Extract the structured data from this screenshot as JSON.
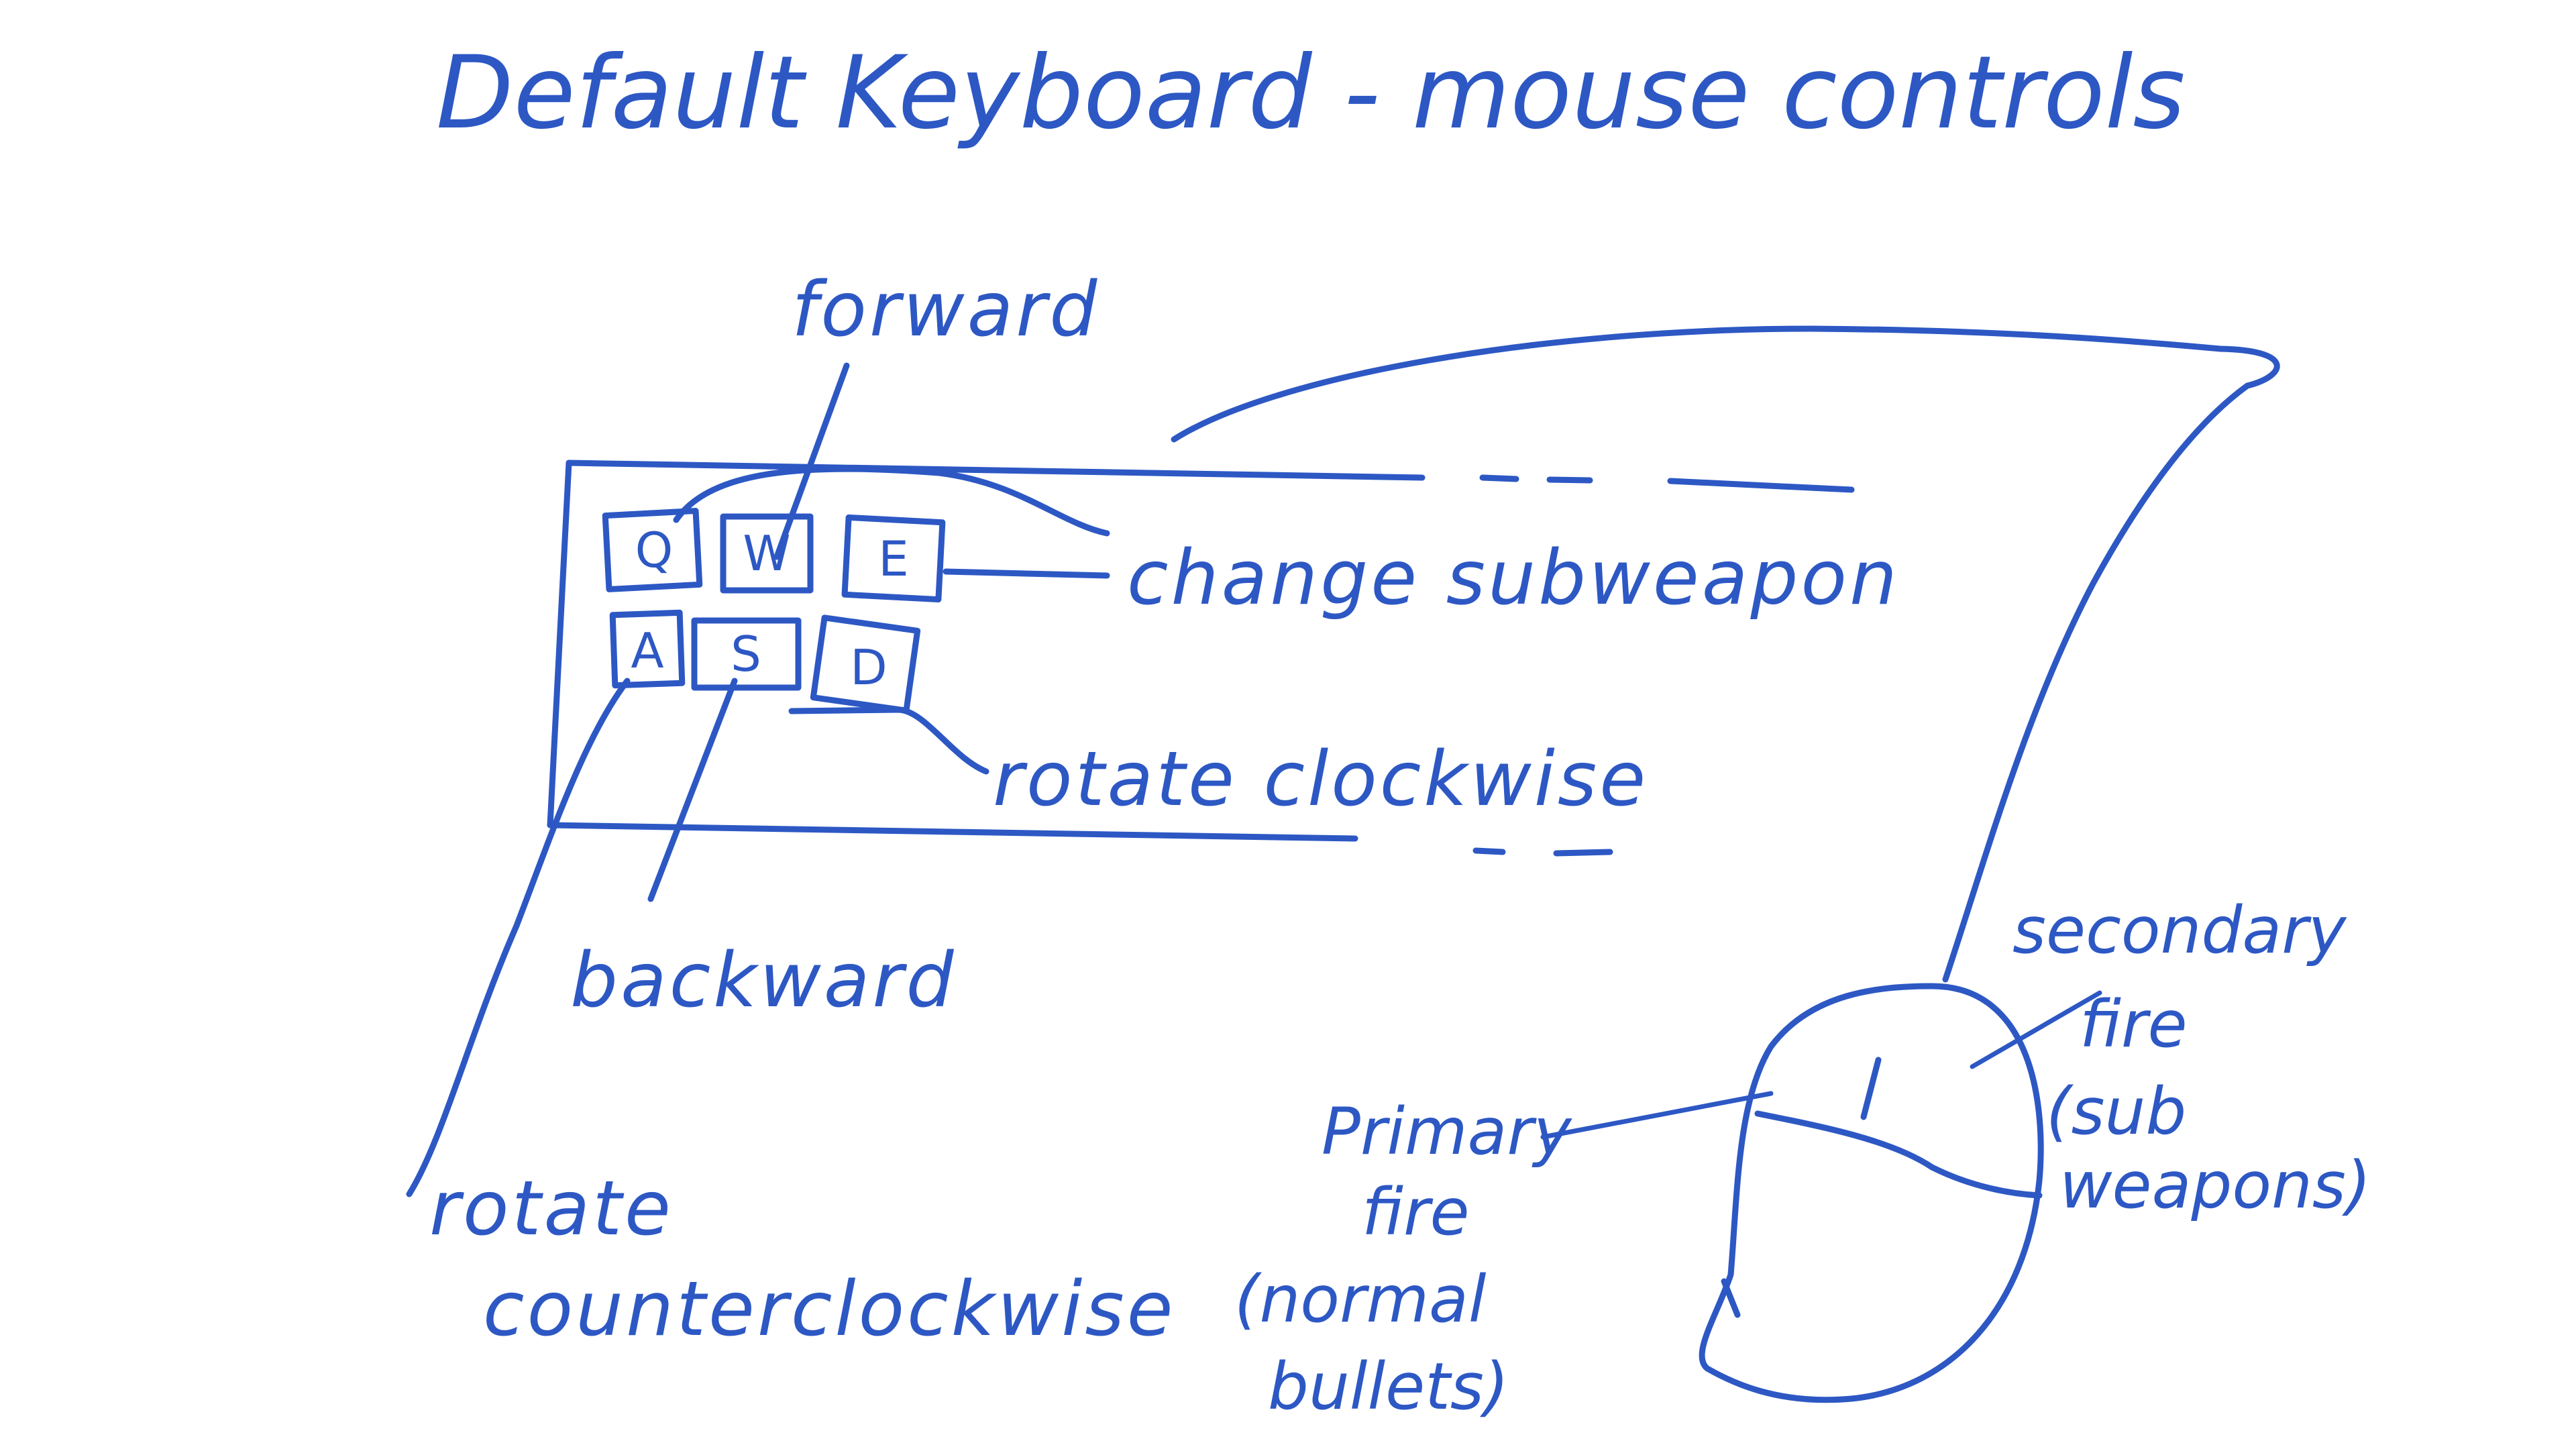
{
  "title": "Default Keyboard - mouse controls",
  "keys": {
    "q": "Q",
    "w": "W",
    "e": "E",
    "a": "A",
    "s": "S",
    "d": "D"
  },
  "labels": {
    "forward": "forward",
    "change_subweapon": "change subweapon",
    "rotate_clockwise": "rotate clockwise",
    "backward": "backward",
    "rotate_ccw_line1": "rotate",
    "rotate_ccw_line2": "counterclockwise",
    "primary_line1": "Primary",
    "primary_line2": "fire",
    "primary_line3": "(normal",
    "primary_line4": "bullets)",
    "secondary_line1": "secondary",
    "secondary_line2": "fire",
    "secondary_line3": "(sub",
    "secondary_line4": "weapons)"
  },
  "ink_color": "#2d58c4"
}
